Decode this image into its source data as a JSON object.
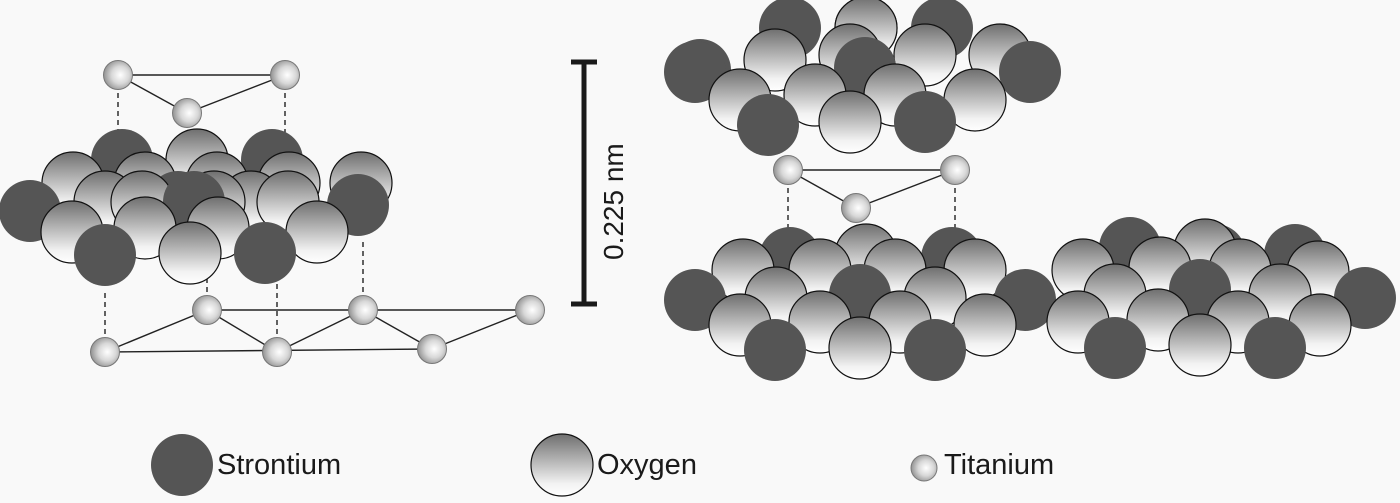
{
  "scale_bar": {
    "label": "0.225 nm"
  },
  "legend": [
    {
      "name": "Strontium",
      "icon": "strontium-atom-icon"
    },
    {
      "name": "Oxygen",
      "icon": "oxygen-atom-icon"
    },
    {
      "name": "Titanium",
      "icon": "titanium-atom-icon"
    }
  ],
  "colors": {
    "strontium": "#555555",
    "oxygen_light": "#ffffff",
    "oxygen_dark": "#8a8a8a",
    "titanium_light": "#ffffff",
    "titanium_dark": "#9a9a9a",
    "lines": "#222222"
  }
}
